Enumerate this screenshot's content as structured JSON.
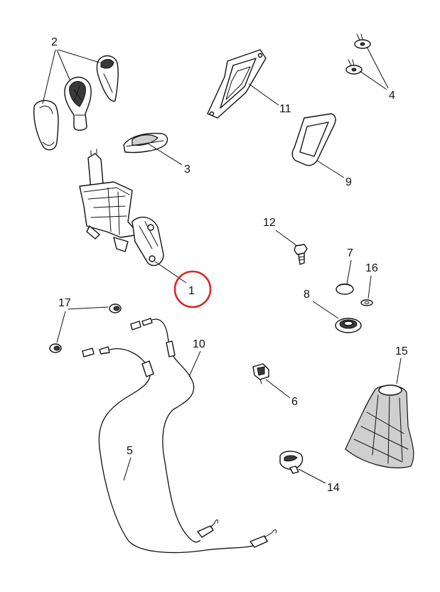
{
  "highlight_color": "#d42a2a",
  "callouts": [
    {
      "id": "c1",
      "label": "1"
    },
    {
      "id": "c2",
      "label": "2"
    },
    {
      "id": "c3",
      "label": "3"
    },
    {
      "id": "c4",
      "label": "4"
    },
    {
      "id": "c5",
      "label": "5"
    },
    {
      "id": "c6",
      "label": "6"
    },
    {
      "id": "c7",
      "label": "7"
    },
    {
      "id": "c8",
      "label": "8"
    },
    {
      "id": "c9",
      "label": "9"
    },
    {
      "id": "c10",
      "label": "10"
    },
    {
      "id": "c11",
      "label": "11"
    },
    {
      "id": "c12",
      "label": "12"
    },
    {
      "id": "c14",
      "label": "14"
    },
    {
      "id": "c15",
      "label": "15"
    },
    {
      "id": "c16",
      "label": "16"
    },
    {
      "id": "c17",
      "label": "17"
    }
  ]
}
